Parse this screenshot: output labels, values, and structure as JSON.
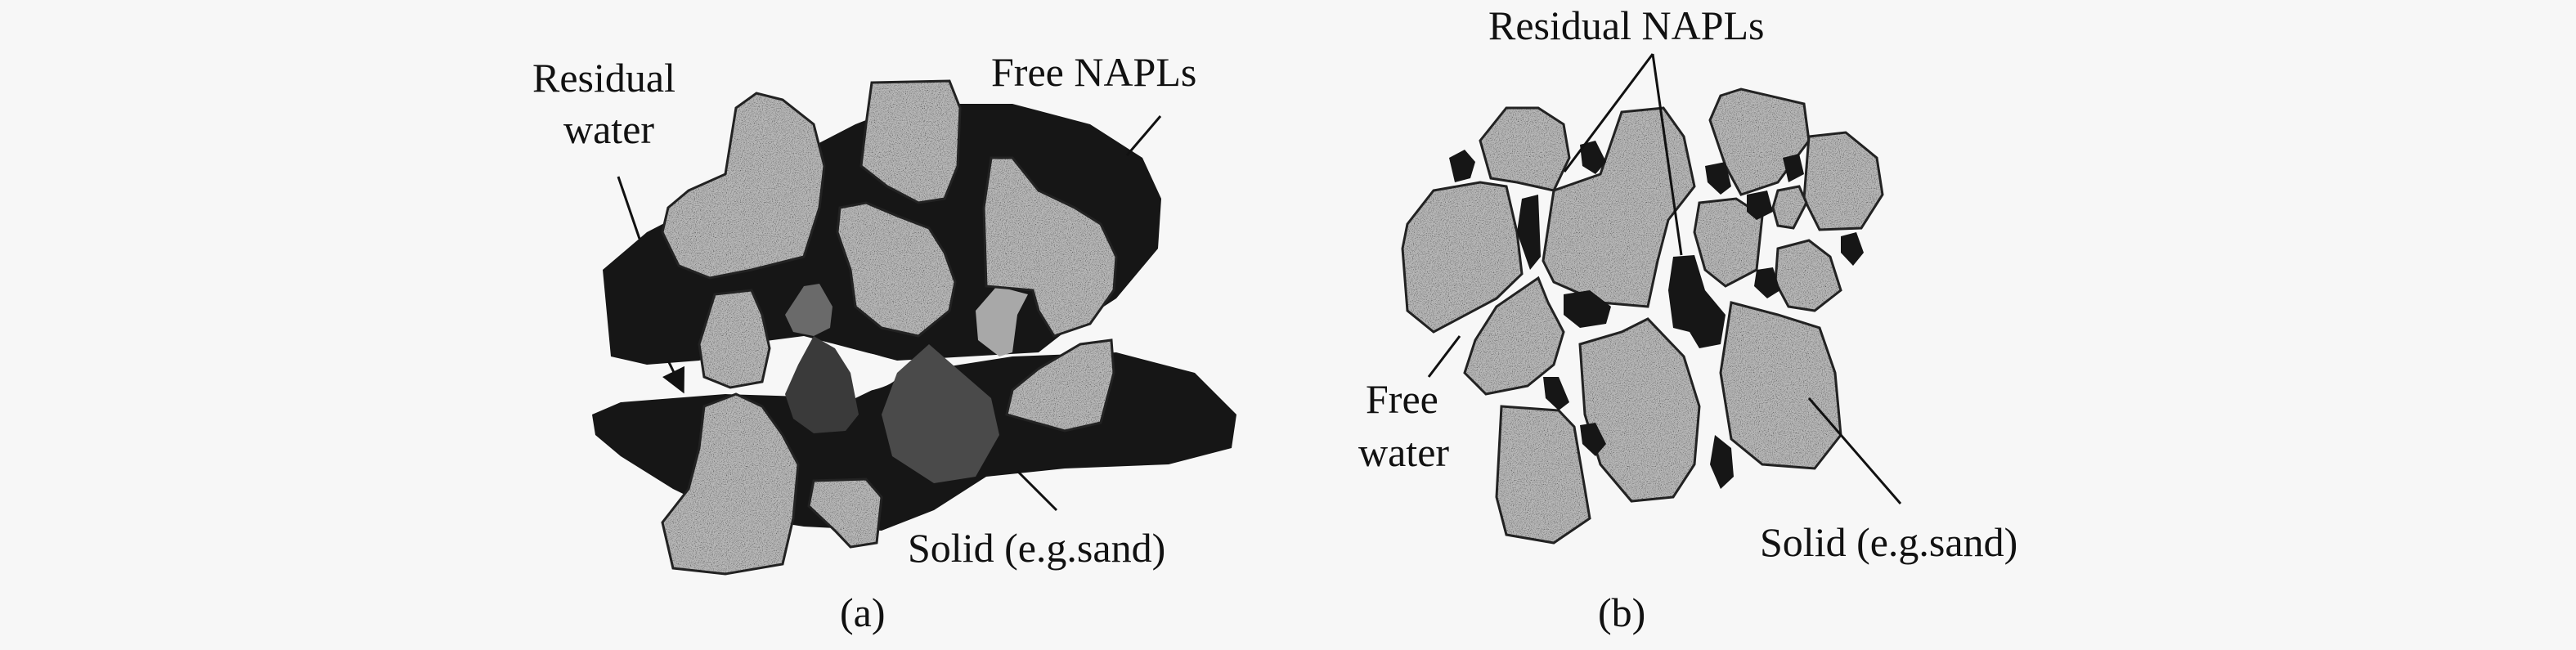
{
  "panel_a": {
    "caption": "(a)",
    "labels": {
      "residual_water_line1": "Residual",
      "residual_water_line2": "water",
      "free_napls": "Free NAPLs",
      "solid": "Solid (e.g.sand)"
    }
  },
  "panel_b": {
    "caption": "(b)",
    "labels": {
      "residual_napls": "Residual NAPLs",
      "free_water_line1": "Free",
      "free_water_line2": "water",
      "solid": "Solid (e.g.sand)"
    }
  },
  "colors": {
    "napl": "#161616",
    "grain": "#8a8a8a",
    "background": "#f7f7f7"
  }
}
